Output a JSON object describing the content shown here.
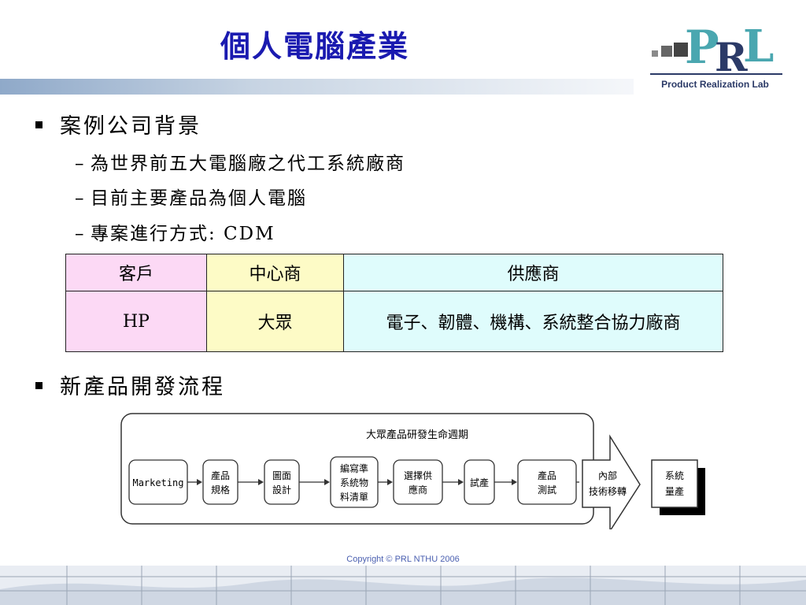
{
  "title": "個人電腦產業",
  "logo": {
    "letters": "PRL",
    "subtitle": "Product Realization Lab"
  },
  "bullets": [
    {
      "text": "案例公司背景",
      "subs": [
        "為世界前五大電腦廠之代工系統廠商",
        "目前主要產品為個人電腦",
        "專案進行方式: CDM"
      ]
    },
    {
      "text": "新產品開發流程",
      "subs": []
    }
  ],
  "table": {
    "headers": [
      "客戶",
      "中心商",
      "供應商"
    ],
    "row": [
      "HP",
      "大眾",
      "電子、韌體、機構、系統整合協力廠商"
    ]
  },
  "diagram": {
    "title": "大眾產品研發生命週期",
    "steps": [
      "Marketing",
      "產品規格",
      "圖面設計",
      "編寫準系統物料清單",
      "選擇供應商",
      "試產",
      "產品測試"
    ],
    "arrow_label": "內部技術移轉",
    "final": "系統量產"
  },
  "footer": {
    "copyright": "Copyright © PRL NTHU 2006"
  }
}
